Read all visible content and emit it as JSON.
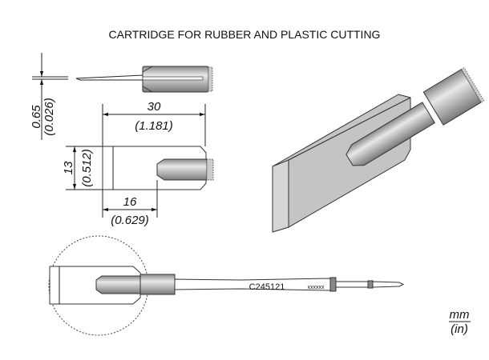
{
  "title": "CARTRIDGE FOR RUBBER AND PLASTIC CUTTING",
  "dimensions": {
    "thickness_mm": "0.65",
    "thickness_in": "(0.026)",
    "length_mm": "30",
    "length_in": "(1.181)",
    "width_mm": "13",
    "width_in": "(0.512)",
    "offset_mm": "16",
    "offset_in": "(0.629)"
  },
  "cartridge": {
    "part_number": "C245121",
    "batch": "xxxxxx"
  },
  "units": {
    "primary": "mm",
    "secondary": "(in)"
  }
}
